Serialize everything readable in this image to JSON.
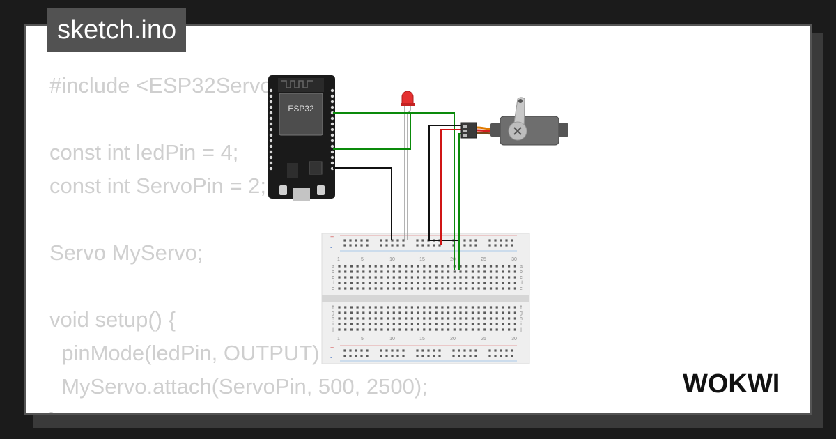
{
  "tab": {
    "filename": "sketch.ino"
  },
  "code_lines": [
    "#include <ESP32Servo.h>",
    "",
    "const int ledPin = 4;",
    "const int ServoPin = 2;",
    "",
    "Servo MyServo;",
    "",
    "void setup() {",
    "  pinMode(ledPin, OUTPUT);",
    "  MyServo.attach(ServoPin, 500, 2500);",
    "}"
  ],
  "board": {
    "chip_label": "ESP32"
  },
  "breadboard": {
    "column_labels": [
      "1",
      "5",
      "10",
      "15",
      "20",
      "25",
      "30"
    ],
    "top_row_labels": [
      "a",
      "b",
      "c",
      "d",
      "e"
    ],
    "bottom_row_labels": [
      "f",
      "g",
      "h",
      "i",
      "j"
    ],
    "plus": "+",
    "minus": "-"
  },
  "brand": {
    "logo_text": "WOKWI"
  },
  "colors": {
    "wire_green": "#0a8a0a",
    "wire_black": "#111111",
    "wire_red": "#d01515",
    "led_red": "#e53030",
    "rail_red": "#e4a0a0",
    "rail_blue": "#a8c8e8"
  }
}
